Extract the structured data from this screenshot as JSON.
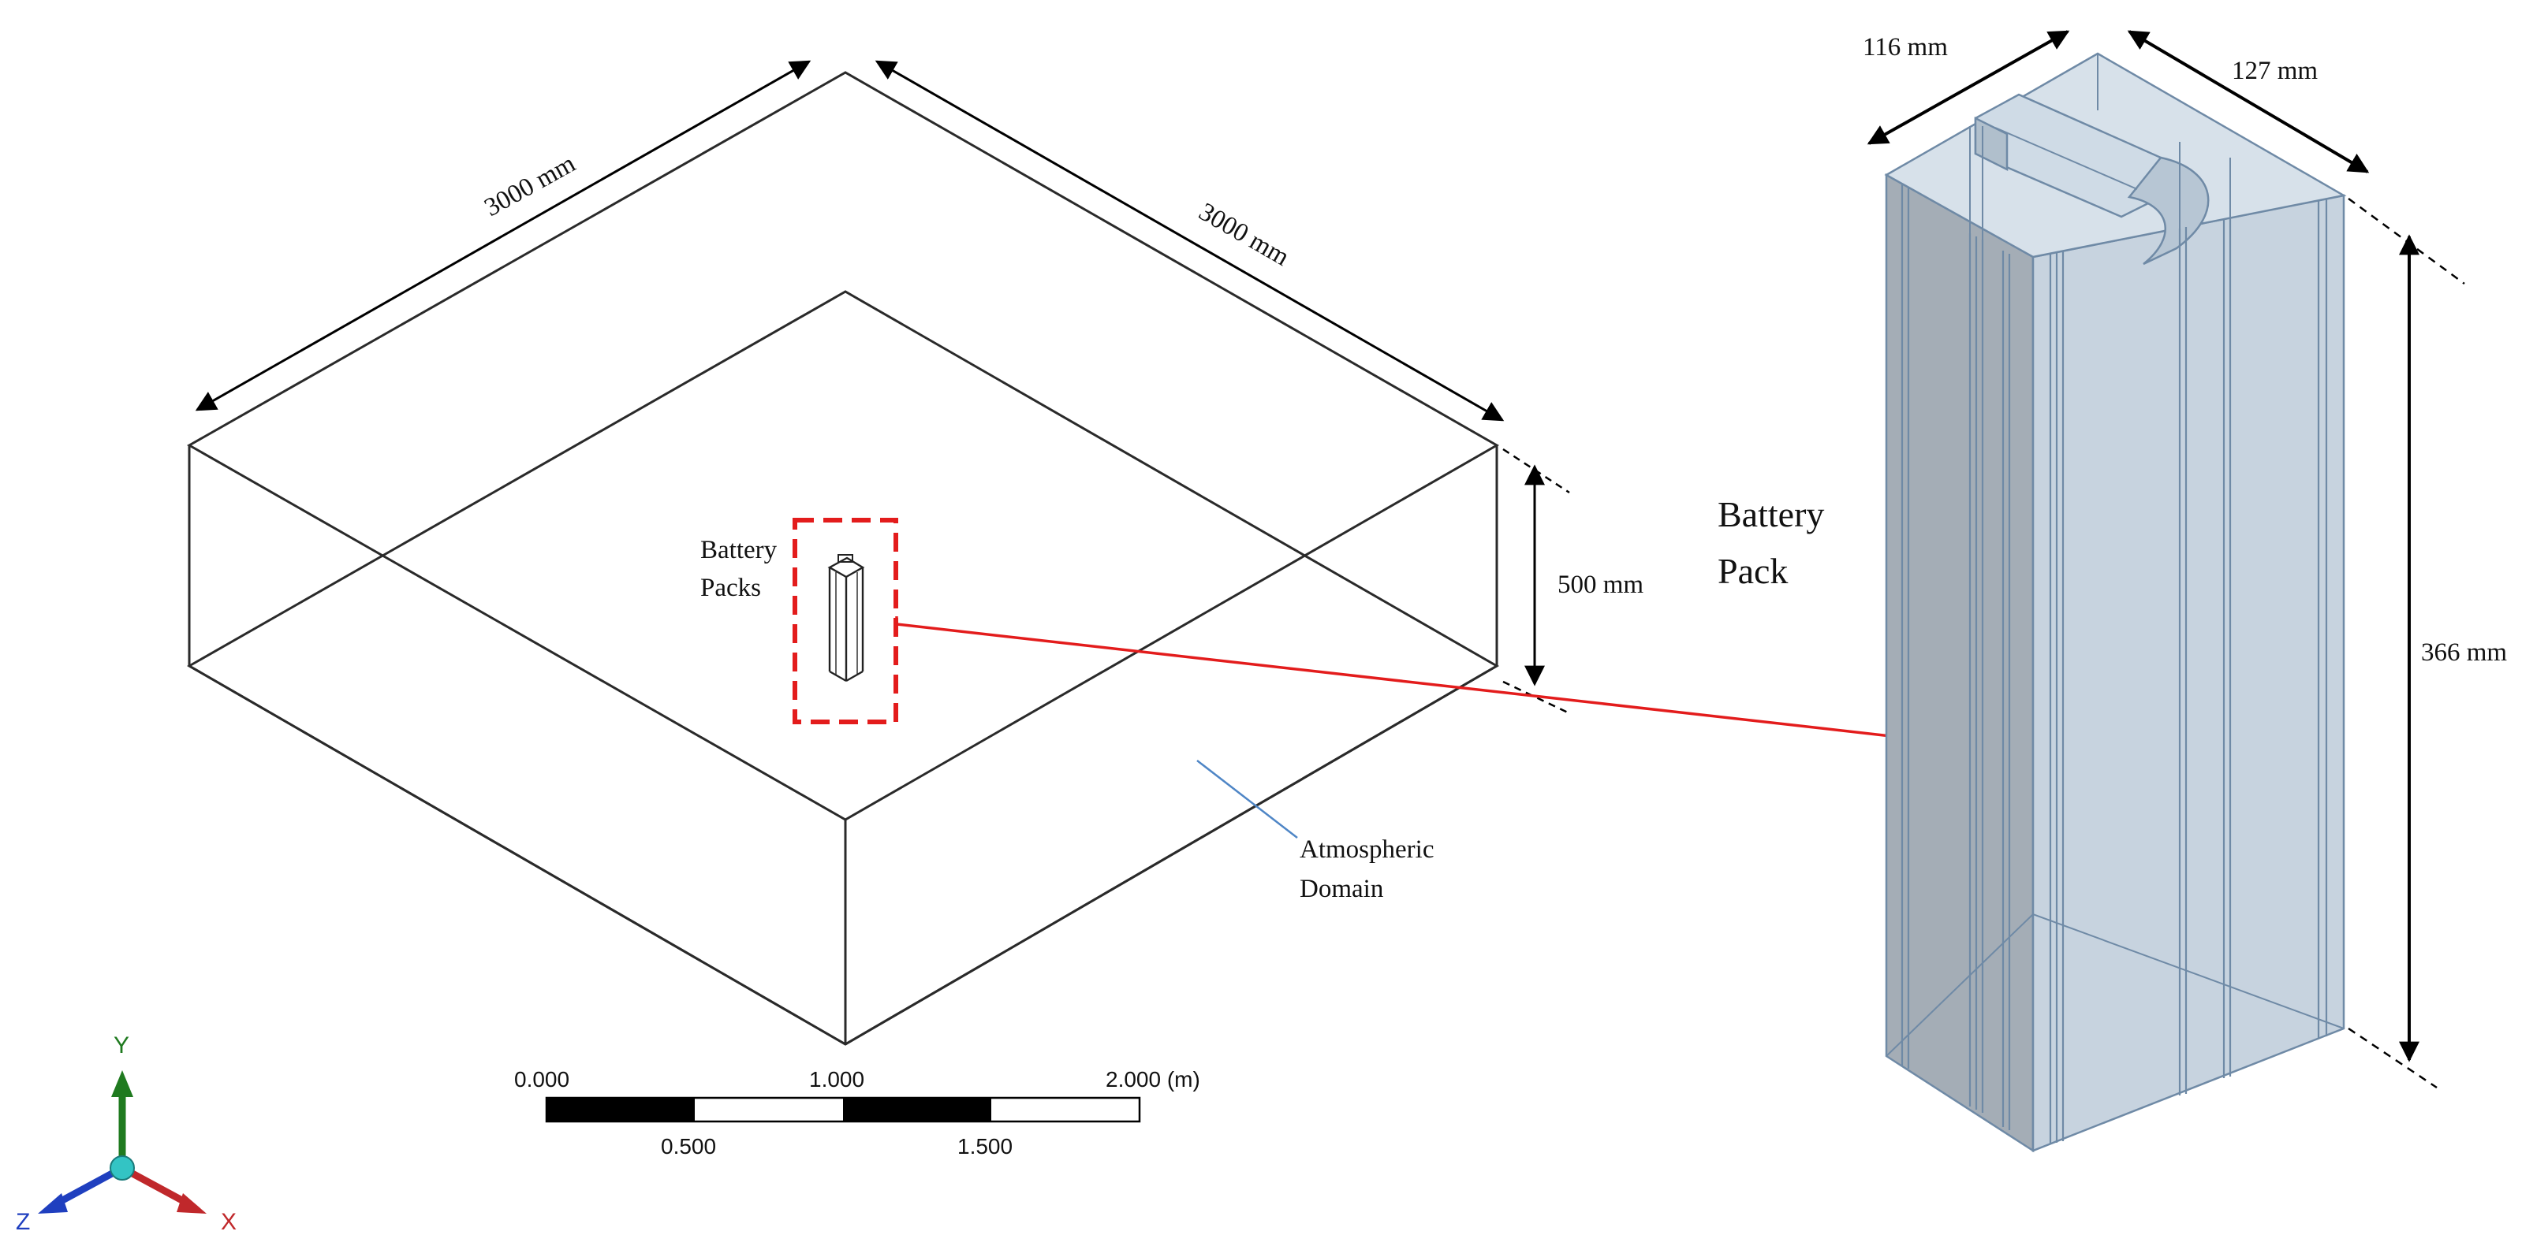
{
  "domain_box": {
    "dim_width_a": "3000 mm",
    "dim_width_b": "3000 mm",
    "dim_height": "500 mm",
    "callout_battery": [
      "Battery",
      "Packs"
    ],
    "callout_domain": [
      "Atmospheric",
      "Domain"
    ]
  },
  "scale_bar": {
    "top_labels": [
      "0.000",
      "1.000",
      "2.000 (m)"
    ],
    "bottom_labels": [
      "0.500",
      "1.500"
    ]
  },
  "triad": {
    "y": "Y",
    "z": "Z",
    "x": "X",
    "colors": {
      "y": "#1f7a1f",
      "z": "#1f3fbf",
      "x": "#c0282b",
      "origin": "#33c4c4"
    }
  },
  "battery_pack": {
    "title": [
      "Battery",
      "Pack"
    ],
    "dim_depth": "116 mm",
    "dim_width": "127 mm",
    "dim_height": "366 mm"
  },
  "colors": {
    "link_arrow": "#e31c1c",
    "highlight_box": "#e31c1c",
    "leader": "#4f86c6",
    "pack_light": "#c9d5e1",
    "pack_dark": "#a4adb6",
    "pack_edge": "#6f8aa6"
  }
}
